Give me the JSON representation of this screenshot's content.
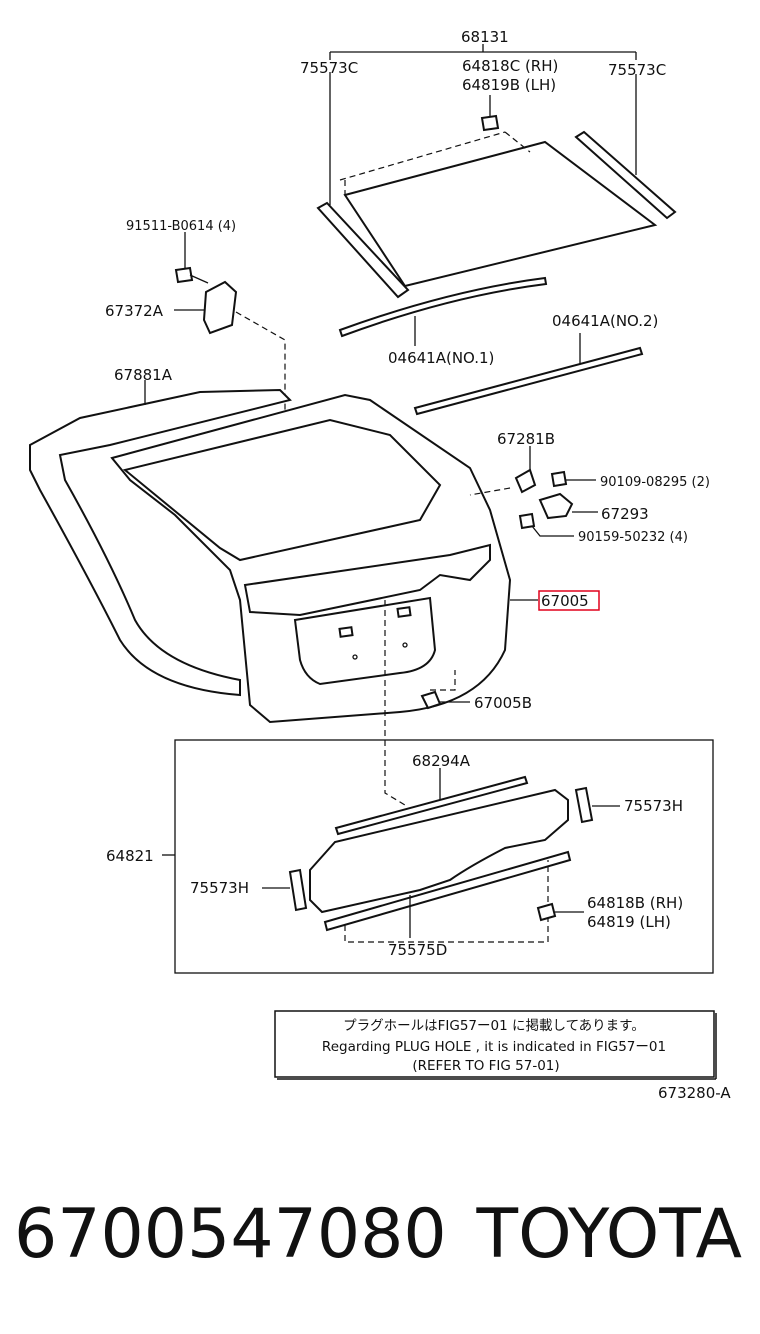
{
  "labels": {
    "p68131": "68131",
    "p75573c_l": "75573C",
    "p75573c_r": "75573C",
    "p64818c": "64818C (RH)",
    "p64819b": "64819B (LH)",
    "p91511": "91511-B0614 (4)",
    "p67372a": "67372A",
    "p04641a_1": "04641A(NO.1)",
    "p04641a_2": "04641A(NO.2)",
    "p67881a": "67881A",
    "p67281b": "67281B",
    "p90109": "90109-08295 (2)",
    "p67293": "67293",
    "p90159": "90159-50232 (4)",
    "p67005": "67005",
    "p67005b": "67005B",
    "p68294a": "68294A",
    "p75573h_r": "75573H",
    "p64821": "64821",
    "p75573h_l": "75573H",
    "p64818b": "64818B (RH)",
    "p64819": "64819  (LH)",
    "p75575d": "75575D"
  },
  "highlight_color": "#e0001b",
  "note": {
    "line1": "プラグホールはFIG57ー01 に掲載してあります。",
    "line2": "Regarding PLUG HOLE , it is indicated in FIG57ー01",
    "line3": "(REFER TO FIG 57-01)"
  },
  "figure_code": "673280-A",
  "part_number": "6700547080",
  "brand": "TOYOTA"
}
